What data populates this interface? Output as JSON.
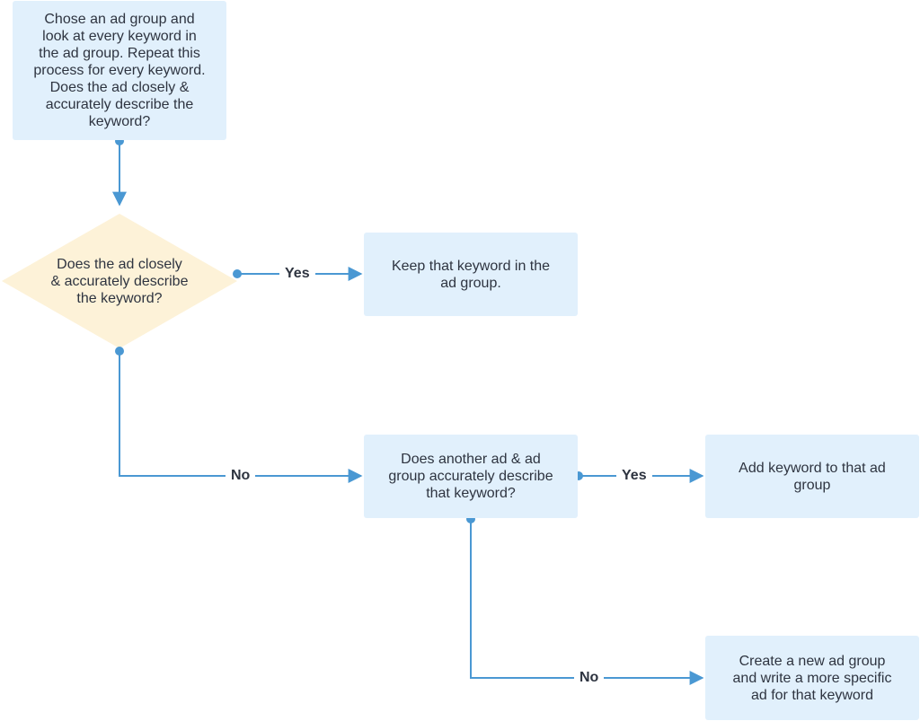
{
  "nodes": {
    "start": "Chose an ad group and\nlook at every keyword in\nthe ad group. Repeat this\nprocess for every keyword.\nDoes the ad closely &\naccurately describe the\nkeyword?",
    "decision1": "Does the ad closely\n& accurately describe\nthe keyword?",
    "keep": "Keep that keyword in the\nad group.",
    "decision2": "Does another ad & ad\ngroup accurately describe\nthat keyword?",
    "add": "Add keyword to that ad\ngroup",
    "create": "Create a new ad group\nand write a more specific\nad for that keyword"
  },
  "edges": {
    "d1_yes": "Yes",
    "d1_no": "No",
    "d2_yes": "Yes",
    "d2_no": "No"
  },
  "colors": {
    "box_fill": "#e1f0fc",
    "decision_fill": "#fdf2d8",
    "connector": "#4a98d3",
    "text": "#2e3440"
  }
}
